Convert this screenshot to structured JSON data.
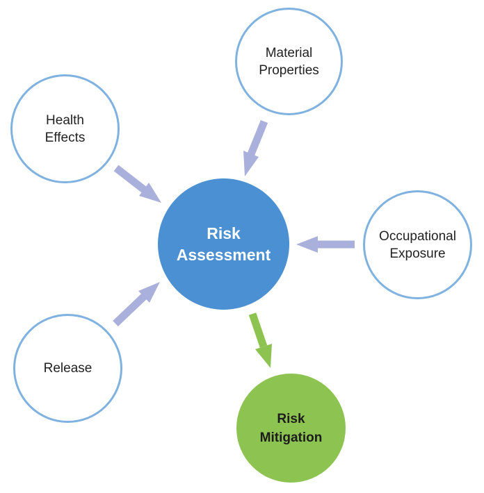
{
  "colors": {
    "outline_circle": "#7fb2e0",
    "center_fill": "#4a90d2",
    "mitigation_fill": "#8dc350",
    "input_arrow": "#aab0dc",
    "output_arrow": "#8dc350"
  },
  "center": {
    "label": "Risk\nAssessment"
  },
  "inputs": {
    "material_properties": "Material\nProperties",
    "health_effects": "Health\nEffects",
    "occupational_exposure": "Occupational\nExposure",
    "release": "Release"
  },
  "output": {
    "label": "Risk\nMitigation"
  }
}
